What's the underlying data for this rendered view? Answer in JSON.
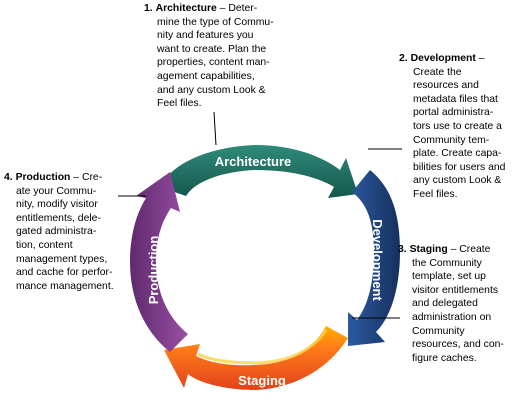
{
  "diagram": {
    "segments": [
      {
        "id": "architecture",
        "label": "Architecture",
        "color": "#1f6b5f"
      },
      {
        "id": "development",
        "label": "Development",
        "color": "#1b3f78"
      },
      {
        "id": "staging",
        "label": "Staging",
        "color": "#f0541e"
      },
      {
        "id": "production",
        "label": "Production",
        "color": "#7a3a84"
      }
    ],
    "notes": {
      "architecture": {
        "number": "1.",
        "title": "Architecture",
        "lines": [
          "Deter-",
          "mine the type of Commu-",
          "nity and features you",
          "want to create. Plan the",
          "properties, content man-",
          "agement capabilities,",
          "and any custom Look &",
          "Feel files."
        ]
      },
      "development": {
        "number": "2.",
        "title": "Development",
        "lines": [
          "",
          "Create the",
          "resources and",
          "metadata files that",
          "portal administra-",
          "tors use to create a",
          "Community tem-",
          "plate. Create capa-",
          "bilities for users and",
          "any custom Look &",
          "Feel files."
        ]
      },
      "staging": {
        "number": "3.",
        "title": "Staging",
        "lines": [
          "Create",
          "the Community",
          "template, set up",
          "visitor entitlements",
          "and delegated",
          "administration on",
          "Community",
          "resources, and con-",
          "figure caches."
        ]
      },
      "production": {
        "number": "4.",
        "title": "Production",
        "lines": [
          "Cre-",
          "ate your Commu-",
          "nity, modify visitor",
          "entitlements, dele-",
          "gated administra-",
          "tion, content",
          "management types,",
          "and cache for perfor-",
          "mance management."
        ]
      }
    }
  }
}
